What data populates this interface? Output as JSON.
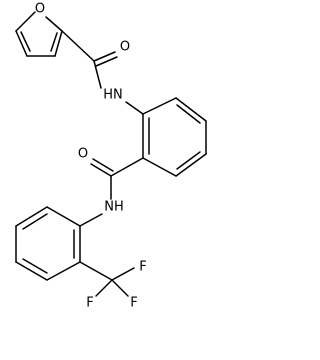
{
  "labels": {
    "furan_oxygen": "O",
    "carbonyl_oxygen_top": "O",
    "amide_nh_top": "HN",
    "carbonyl_oxygen_mid": "O",
    "amide_nh_bottom": "NH",
    "fluorine_right": "F",
    "fluorine_bottom_left": "F",
    "fluorine_bottom_right": "F"
  },
  "colors": {
    "bond": "#000000",
    "label": "#000000",
    "background": "#ffffff"
  }
}
